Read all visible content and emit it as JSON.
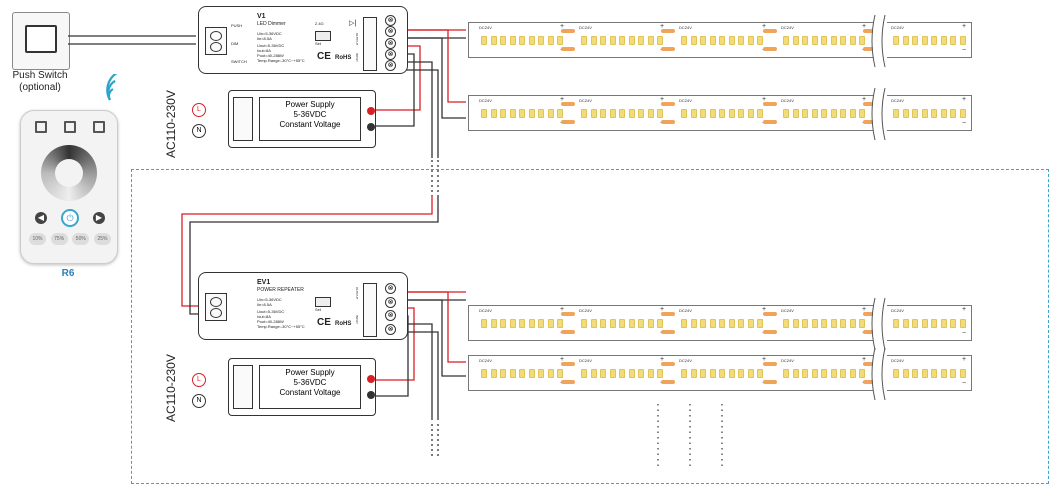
{
  "push_switch": {
    "label_line1": "Push Switch",
    "label_line2": "(optional)"
  },
  "remote": {
    "label": "R6",
    "buttons": [
      "10%",
      "75%",
      "50%",
      "25%"
    ]
  },
  "dimmer": {
    "model": "V1",
    "name": "LED Dimmer",
    "spec_in": [
      "Uin=5-36VDC",
      "Iin=8.5A"
    ],
    "spec_out": [
      "Uout=5-36VDC",
      "Iout=8A",
      "Pout=40-288W",
      "Temp.Range:-30°C~+55°C"
    ],
    "left_labels": [
      "PUSH",
      "DIM",
      "SWITCH"
    ],
    "side_labels": [
      "OUTPUT",
      "INPUT"
    ],
    "mini_labels": [
      "2.4G",
      "Set"
    ],
    "cert": "RoHS"
  },
  "repeater": {
    "model": "EV1",
    "name": "POWER REPEATER",
    "spec_in": [
      "Uin=5-36VDC",
      "Iin=8.5A"
    ],
    "spec_out": [
      "Uout=5-36VDC",
      "Iout=8A",
      "Pout=40-288W",
      "Temp.Range:-30°C~+55°C"
    ],
    "mini_labels": [
      "Set"
    ],
    "side_labels": [
      "OUTPUT",
      "INPUT"
    ],
    "cert": "RoHS"
  },
  "power_supply": {
    "lines": [
      "Power Supply",
      "5-36VDC",
      "Constant Voltage"
    ],
    "ac_label": "AC110-230V",
    "terminal_L": "L",
    "terminal_N": "N"
  },
  "strip": {
    "plus": "+",
    "minus": "−",
    "segment_label": "DC24V"
  },
  "colors": {
    "wire_red": "#d81f26",
    "wire_black": "#333333",
    "dashed_frame": "#3aa6c9",
    "led": "#f2dc7a",
    "pad": "#f0a35a",
    "remote_label": "#2a7fb8"
  }
}
